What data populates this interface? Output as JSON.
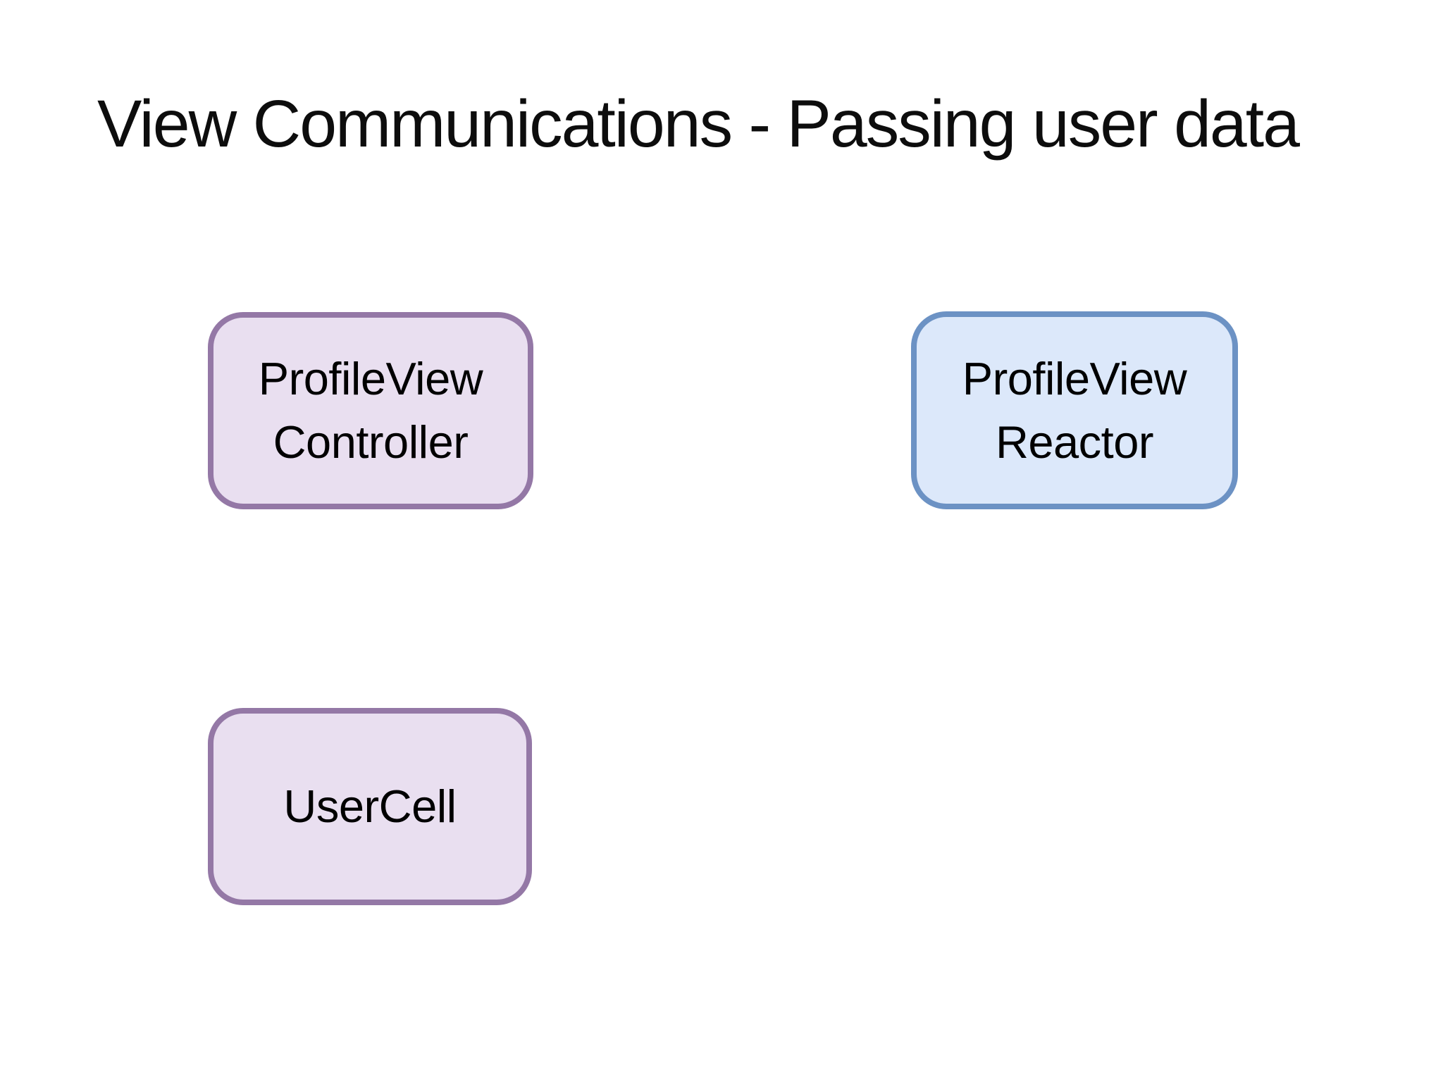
{
  "slide": {
    "title": "View Communications - Passing user data"
  },
  "diagram": {
    "nodes": [
      {
        "label": "ProfileView Controller",
        "fill": "#E9DFF0",
        "border": "#9478A6"
      },
      {
        "label": "ProfileView Reactor",
        "fill": "#DCE8FA",
        "border": "#6C92C4"
      },
      {
        "label": "UserCell",
        "fill": "#E9DFF0",
        "border": "#9478A6"
      }
    ]
  },
  "colors": {
    "background": "#FFFFFF",
    "title_text": "#0D0D0D",
    "node_text": "#000000",
    "purple_fill": "#E9DFF0",
    "purple_border": "#9478A6",
    "blue_fill": "#DCE8FA",
    "blue_border": "#6C92C4"
  }
}
